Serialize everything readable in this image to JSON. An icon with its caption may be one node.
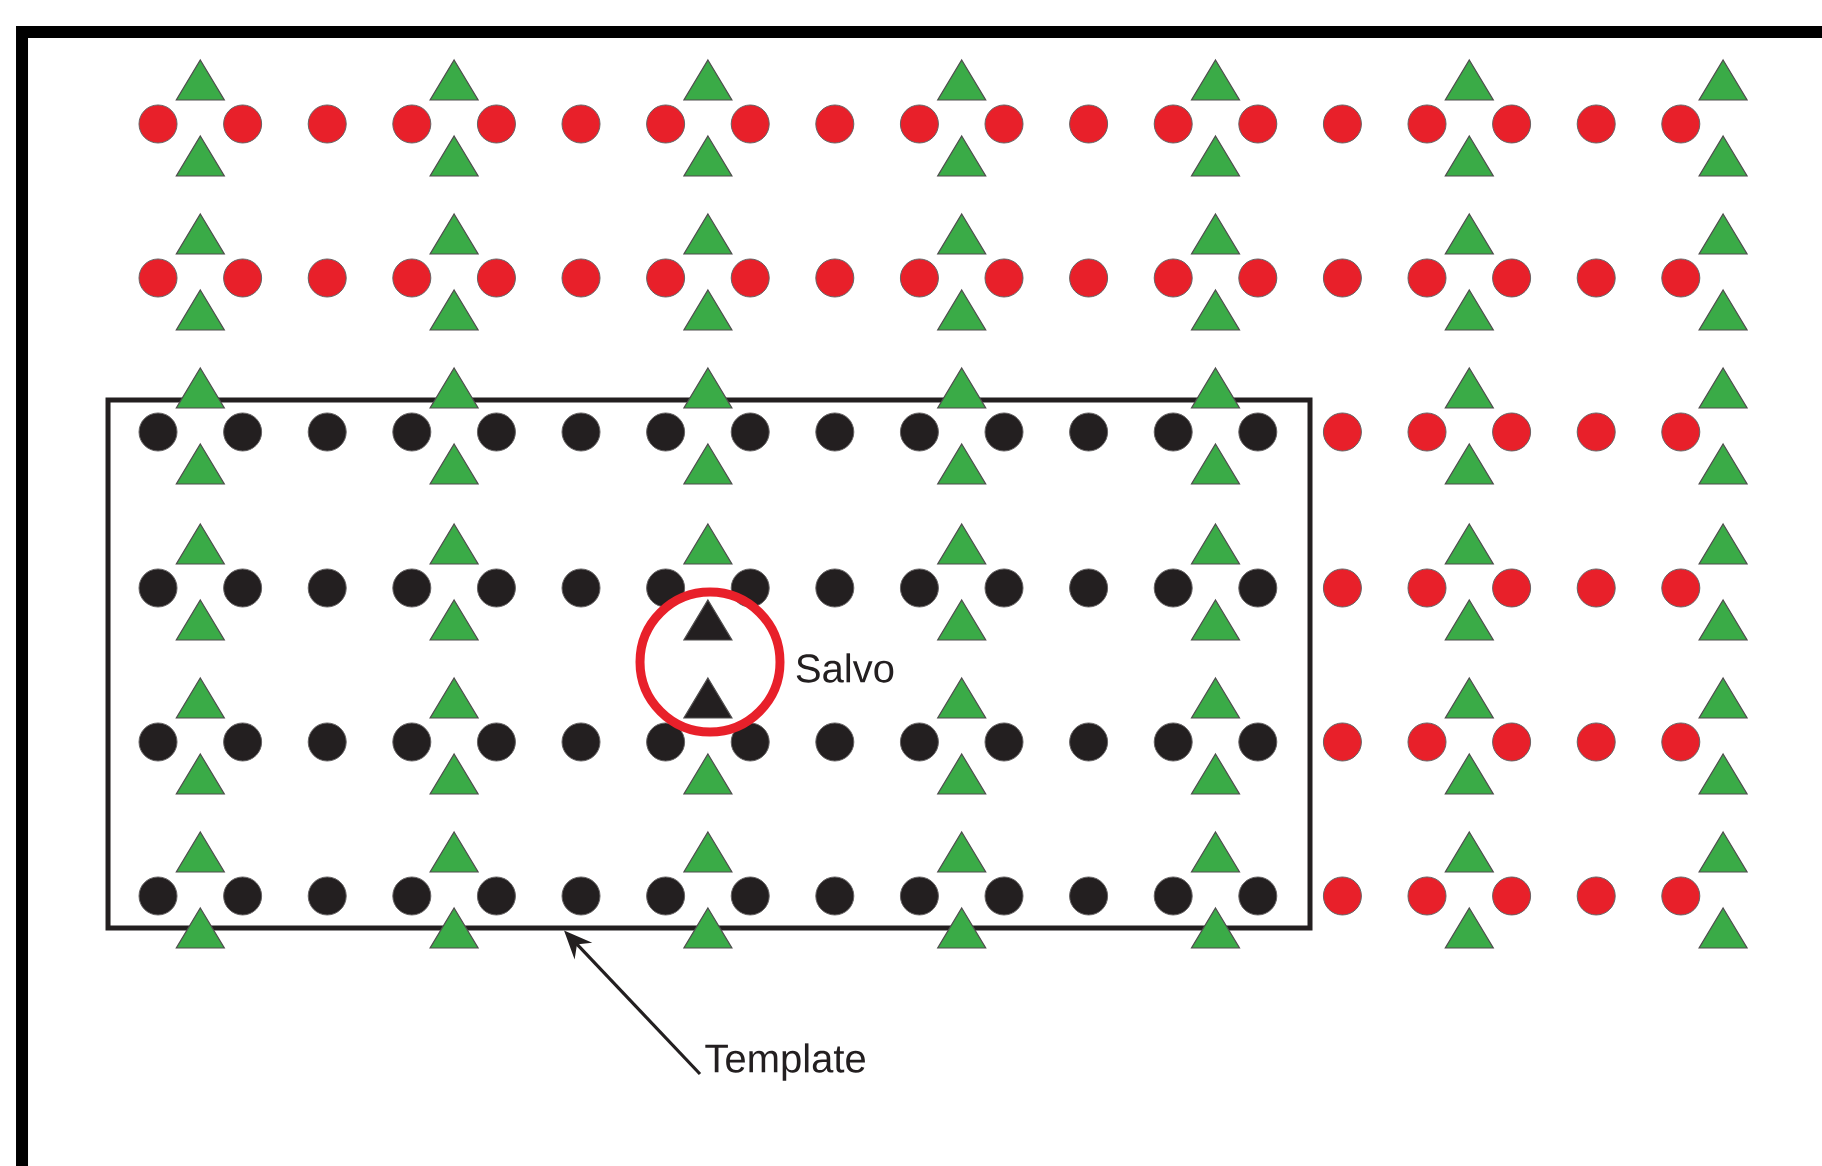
{
  "diagram": {
    "nodes": [
      {
        "text": [
          "Template"
        ]
      },
      {
        "text": [],
        "shape": "box"
      },
      {
        "text": [],
        "shape": "circle",
        "in": 1,
        "beside": [
          "Salvo"
        ]
      }
    ],
    "edges": [
      {
        "from": 0,
        "to": 1,
        "arrow": "to"
      }
    ]
  }
}
